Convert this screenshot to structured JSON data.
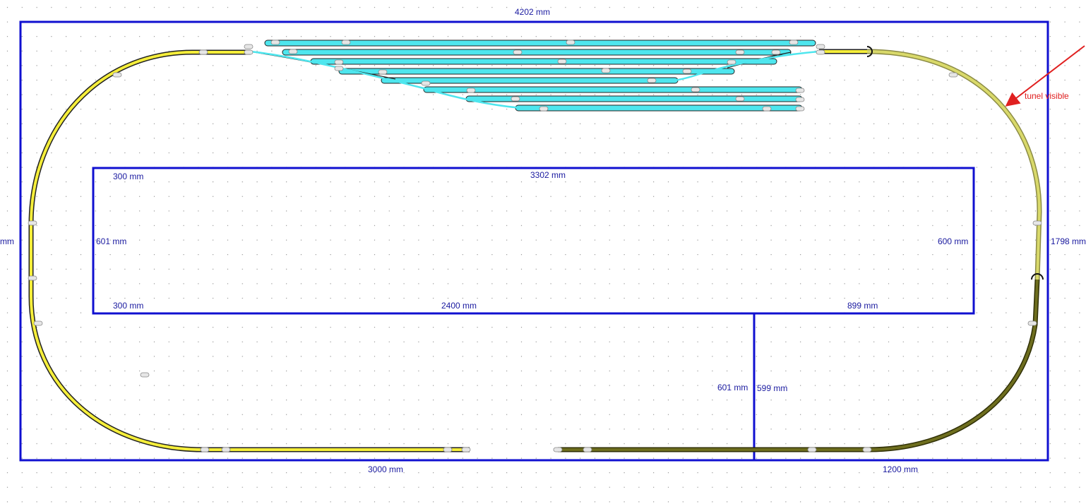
{
  "colors": {
    "background": "#ffffff",
    "grid_dot": "#6a6a6a",
    "dimension_line": "#1010d0",
    "dimension_text": "#1a1aa0",
    "track_main": "#f5ee3a",
    "track_tunnel_visible": "#d9d96a",
    "track_tunnel_hidden": "#6e6e1e",
    "track_yard": "#4ee6ee",
    "track_outline": "#111111",
    "annotation": "#e02020"
  },
  "dimensions": {
    "outer_top": "4202 mm",
    "outer_left": "mm",
    "outer_right": "1798 mm",
    "outer_bottom_left": "3000 mm",
    "outer_bottom_right": "1200 mm",
    "inner_top": "3302 mm",
    "inner_top_left": "300 mm",
    "inner_left": "601 mm",
    "inner_right": "600 mm",
    "inner_bottom_left": "300 mm",
    "inner_bottom_mid": "2400 mm",
    "inner_bottom_right": "899 mm",
    "leg_left": "601 mm",
    "leg_right": "599 mm"
  },
  "annotation": {
    "label": "tunel visible",
    "icon": "red-arrow-icon"
  },
  "icons": {
    "track_joint": "track-joint-icon",
    "tunnel_portal": "tunnel-portal-icon"
  }
}
